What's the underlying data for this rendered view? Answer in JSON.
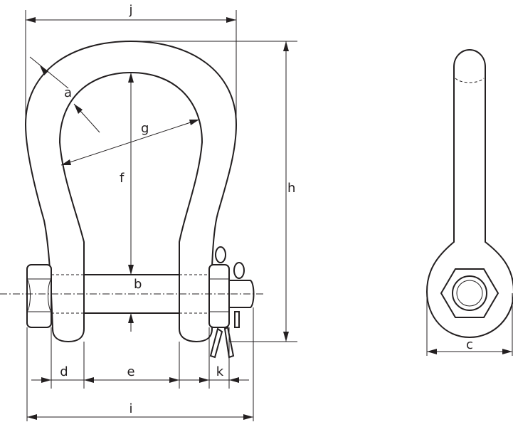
{
  "labels": {
    "a": "a",
    "b": "b",
    "c": "c",
    "d": "d",
    "e": "e",
    "f": "f",
    "g": "g",
    "h": "h",
    "i": "i",
    "j": "j",
    "k": "k"
  },
  "colors": {
    "line": "#231f20",
    "background": "#ffffff"
  }
}
